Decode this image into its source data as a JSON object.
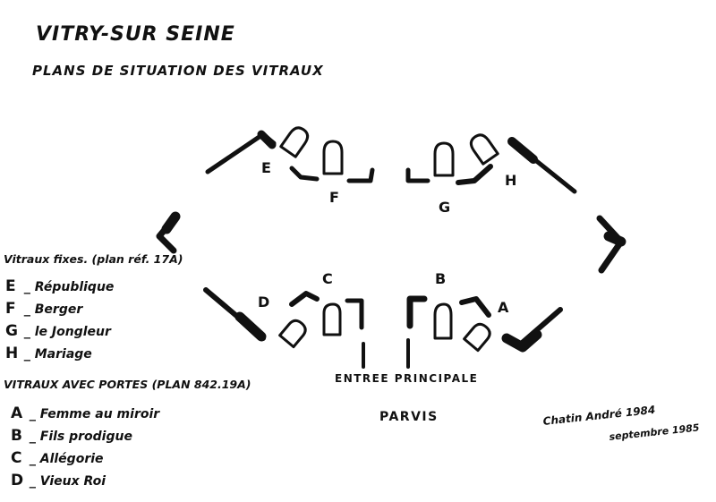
{
  "title": "VITRY-SUR SEINE",
  "subtitle": "PLANS DE SITUATION DES VITRAUX",
  "plan": {
    "labels": {
      "E": "E",
      "F": "F",
      "G": "G",
      "H": "H",
      "A": "A",
      "B": "B",
      "C": "C",
      "D": "D"
    },
    "entree": "ENTREE PRINCIPALE",
    "parvis": "PARVIS"
  },
  "legend": {
    "fixed_heading": "Vitraux fixes. (plan réf. 17A)",
    "fixed_items": [
      {
        "key": "E",
        "text": "_ République"
      },
      {
        "key": "F",
        "text": "_ Berger"
      },
      {
        "key": "G",
        "text": "_ le Jongleur"
      },
      {
        "key": "H",
        "text": "_ Mariage"
      }
    ],
    "doors_heading": "VITRAUX AVEC PORTES (PLAN 842.19A)",
    "doors_items": [
      {
        "key": "A",
        "text": "_ Femme au miroir"
      },
      {
        "key": "B",
        "text": "_ Fils prodigue"
      },
      {
        "key": "C",
        "text": "_ Allégorie"
      },
      {
        "key": "D",
        "text": "_ Vieux Roi"
      }
    ]
  },
  "signature": "Chatin André 1984",
  "signature_dates": "septembre 1985"
}
